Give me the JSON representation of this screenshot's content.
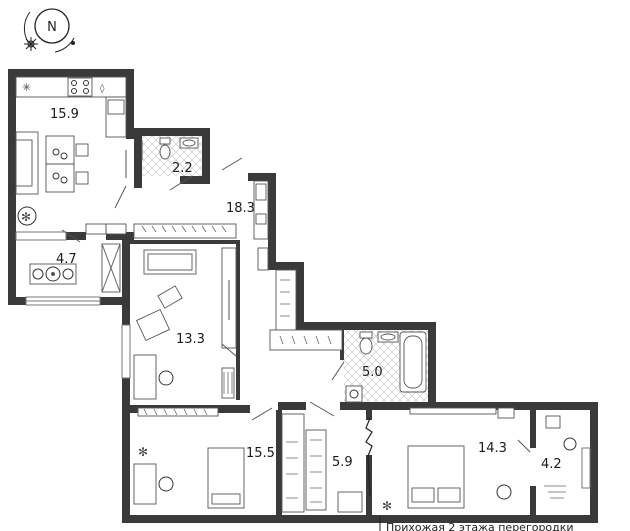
{
  "compass": {
    "letter": "N",
    "icon": "compass-rose-icon"
  },
  "rooms": [
    {
      "id": "kitchen-living",
      "area": "15.9"
    },
    {
      "id": "bathroom-small",
      "area": "2.2"
    },
    {
      "id": "hallway",
      "area": "18.3"
    },
    {
      "id": "loggia-left",
      "area": "4.7"
    },
    {
      "id": "bedroom-left",
      "area": "13.3"
    },
    {
      "id": "bathroom-large",
      "area": "5.0"
    },
    {
      "id": "bedroom-bottom-left",
      "area": "15.5"
    },
    {
      "id": "wardrobe",
      "area": "5.9"
    },
    {
      "id": "bedroom-bottom-right",
      "area": "14.3"
    },
    {
      "id": "loggia-right",
      "area": "4.2"
    }
  ],
  "footer_note": "Прихожая 2 этажа перегородки",
  "colors": {
    "wall": "#3a3a3a",
    "tile": "#bfbfbf",
    "line": "#555555"
  }
}
